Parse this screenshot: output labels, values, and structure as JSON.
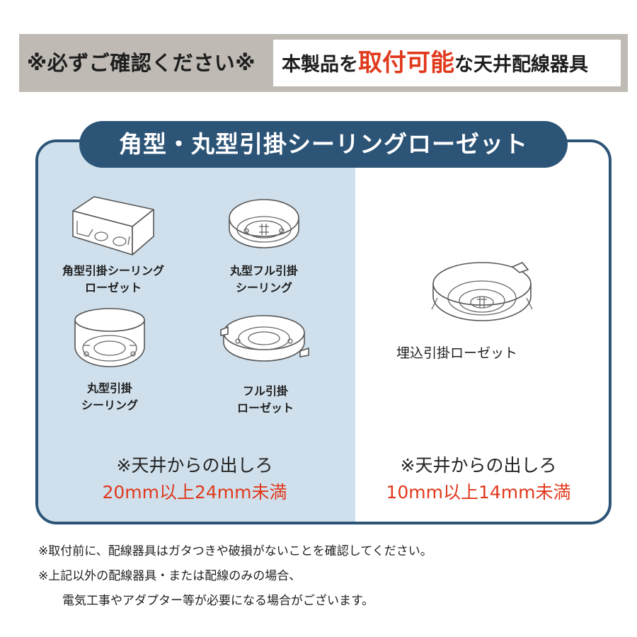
{
  "banner": {
    "left_text": "※必ずご確認ください※",
    "right_pre": "本製品を",
    "right_highlight": "取付可能",
    "right_post": "な天井配線器具",
    "highlight_color": "#e0391c"
  },
  "section": {
    "title": "角型・丸型引掛シーリングローゼット",
    "frame_color": "#2c5477",
    "left_bg": "#cfe0ec"
  },
  "items": [
    {
      "icon": "square-ceiling-rosette-icon",
      "line1": "角型引掛シーリング",
      "line2": "ローゼット"
    },
    {
      "icon": "round-full-ceiling-icon",
      "line1": "丸型フル引掛",
      "line2": "シーリング"
    },
    {
      "icon": "round-ceiling-icon",
      "line1": "丸型引掛",
      "line2": "シーリング"
    },
    {
      "icon": "full-rosette-icon",
      "line1": "フル引掛",
      "line2": "ローゼット"
    }
  ],
  "embedded_item": {
    "icon": "embedded-rosette-icon",
    "label": "埋込引掛ローゼット"
  },
  "left_note": {
    "head": "※天井からの出しろ",
    "range": "20mm以上24mm未満"
  },
  "right_note": {
    "head": "※天井からの出しろ",
    "range": "10mm以上14mm未満"
  },
  "footnotes": {
    "line1": "※取付前に、配線器具はガタつきや破損がないことを確認してください。",
    "line2": "※上記以外の配線器具・または配線のみの場合、",
    "line3": "電気工事やアダプター等が必要になる場合がございます。"
  }
}
